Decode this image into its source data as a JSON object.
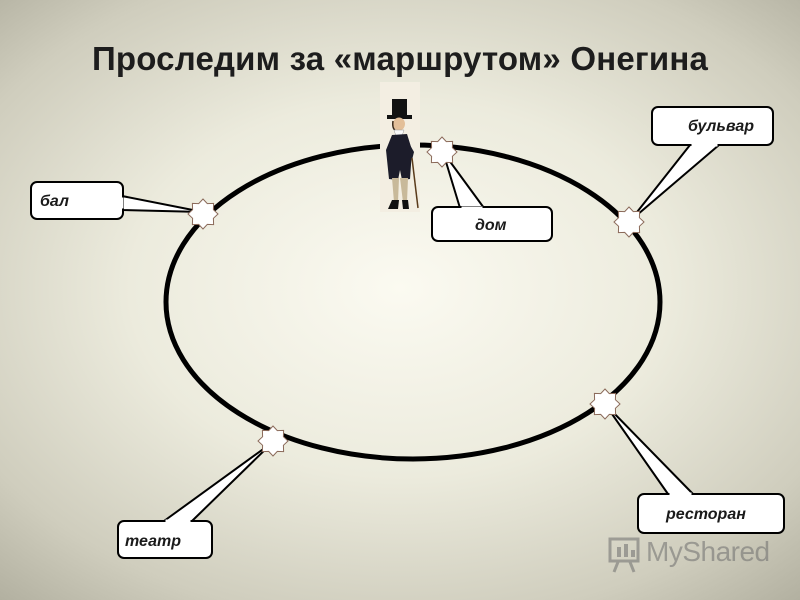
{
  "title": "Проследим за «маршрутом» Онегина",
  "places": {
    "bal": "бал",
    "dom": "дом",
    "bulvar": "бульвар",
    "restoran": "ресторан",
    "teatr": "театр"
  },
  "watermark": {
    "brand": "MyShared",
    "icon": "presentation-board-icon"
  },
  "colors": {
    "route_line": "#000000",
    "callout_fill": "#ffffff",
    "star_fill": "#ffffff",
    "star_stroke": "#8b6a5a",
    "watermark": "#6e6e6e"
  },
  "illustration": "onegin-figure"
}
